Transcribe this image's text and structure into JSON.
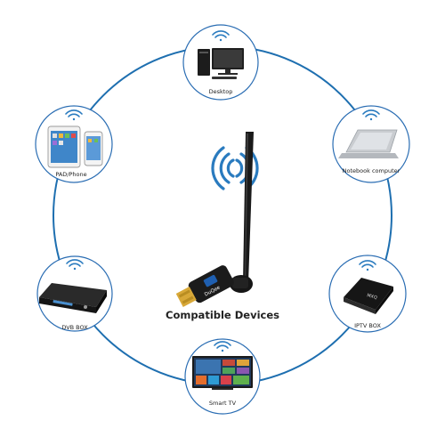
{
  "center": {
    "caption": "Compatible Devices",
    "dongle_brand": "DuQee"
  },
  "devices": [
    {
      "id": "desktop",
      "label": "Desktop",
      "icon": "desktop-computer-icon"
    },
    {
      "id": "notebook",
      "label": "Notebook computer",
      "icon": "laptop-icon"
    },
    {
      "id": "iptv",
      "label": "IPTV BOX",
      "icon": "tv-box-icon"
    },
    {
      "id": "smarttv",
      "label": "Smart TV",
      "icon": "smart-tv-icon"
    },
    {
      "id": "dvb",
      "label": "DVB BOX",
      "icon": "set-top-box-icon"
    },
    {
      "id": "pad",
      "label": "PAD/Phone",
      "icon": "tablet-phone-icon"
    }
  ],
  "iptv_box_brand": "MXQ",
  "colors": {
    "ring": "#1e6fb0",
    "wifi": "#2a7bbf",
    "node_border": "#2a6db3",
    "antenna": "#1a1a1a",
    "dongle_accent": "#1f5fb0",
    "usb_plug": "#d8a838"
  }
}
